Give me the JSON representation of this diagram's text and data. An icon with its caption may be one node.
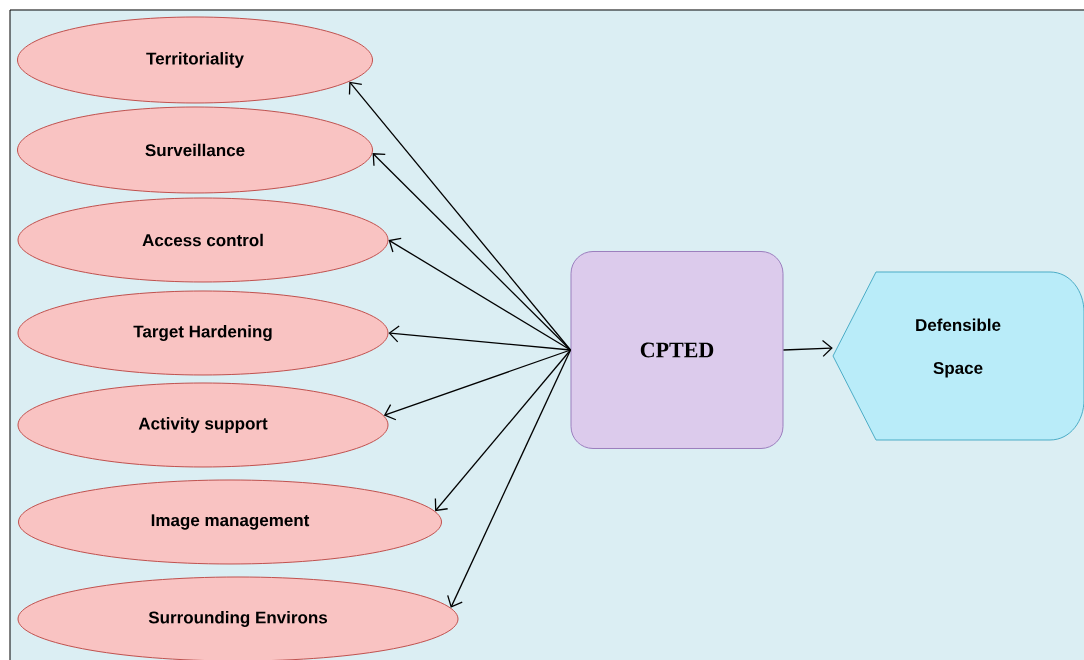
{
  "diagram": {
    "nodes": [
      {
        "text": [
          "Territoriality"
        ]
      },
      {
        "text": [
          "Surveillance"
        ]
      },
      {
        "text": [
          "Access control"
        ]
      },
      {
        "text": [
          "Target Hardening"
        ]
      },
      {
        "text": [
          "Activity support"
        ]
      },
      {
        "text": [
          "Image management"
        ]
      },
      {
        "text": [
          "Surrounding Environs"
        ]
      },
      {
        "text": [
          "CPTED"
        ]
      },
      {
        "text": [
          "Defensible Space"
        ]
      }
    ],
    "edges": [
      {
        "from": 7,
        "to": 0,
        "arrow": "to"
      },
      {
        "from": 7,
        "to": 1,
        "arrow": "to"
      },
      {
        "from": 7,
        "to": 2,
        "arrow": "to"
      },
      {
        "from": 7,
        "to": 3,
        "arrow": "to"
      },
      {
        "from": 7,
        "to": 4,
        "arrow": "to"
      },
      {
        "from": 7,
        "to": 5,
        "arrow": "to"
      },
      {
        "from": 7,
        "to": 6,
        "arrow": "to"
      },
      {
        "from": 7,
        "to": 8,
        "arrow": "to"
      }
    ]
  }
}
